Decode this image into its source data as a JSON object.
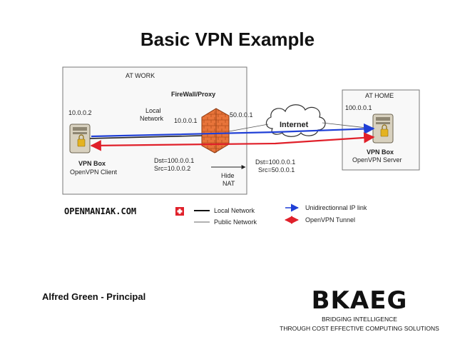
{
  "title": "Basic VPN Example",
  "presenter": "Alfred Green - Principal",
  "diagram": {
    "work_zone_label": "AT WORK",
    "home_zone_label": "AT HOME",
    "firewall_label": "FireWall/Proxy",
    "local_network_label_line1": "Local",
    "local_network_label_line2": "Network",
    "client_ip": "10.0.0.2",
    "firewall_inner_ip": "10.0.0.1",
    "firewall_outer_ip": "50.0.0.1",
    "server_ip": "100.0.0.1",
    "internet_label": "Internet",
    "client_name": "VPN Box",
    "client_sub": "OpenVPN Client",
    "server_name": "VPN Box",
    "server_sub": "OpenVPN Server",
    "packet_inside_dst": "Dst=100.0.0.1",
    "packet_inside_src": "Src=10.0.0.2",
    "nat_line1": "Hide",
    "nat_line2": "NAT",
    "packet_outside_dst": "Dst=100.0.0.1",
    "packet_outside_src": "Src=50.0.0.1",
    "legend": {
      "source_logo": "OPENMANIAK.COM",
      "local_network": "Local Network",
      "public_network": "Public Network",
      "ip_link": "Unidirectionnal  IP link",
      "tunnel": "OpenVPN Tunnel"
    },
    "colors": {
      "ip_link": "#1f3fd6",
      "tunnel": "#e0202a",
      "firewall": "#e8743a"
    }
  },
  "branding": {
    "logo_text": "BKAEG",
    "tagline_line1": "BRIDGING INTELLIGENCE",
    "tagline_line2": "THROUGH COST EFFECTIVE COMPUTING SOLUTIONS"
  }
}
